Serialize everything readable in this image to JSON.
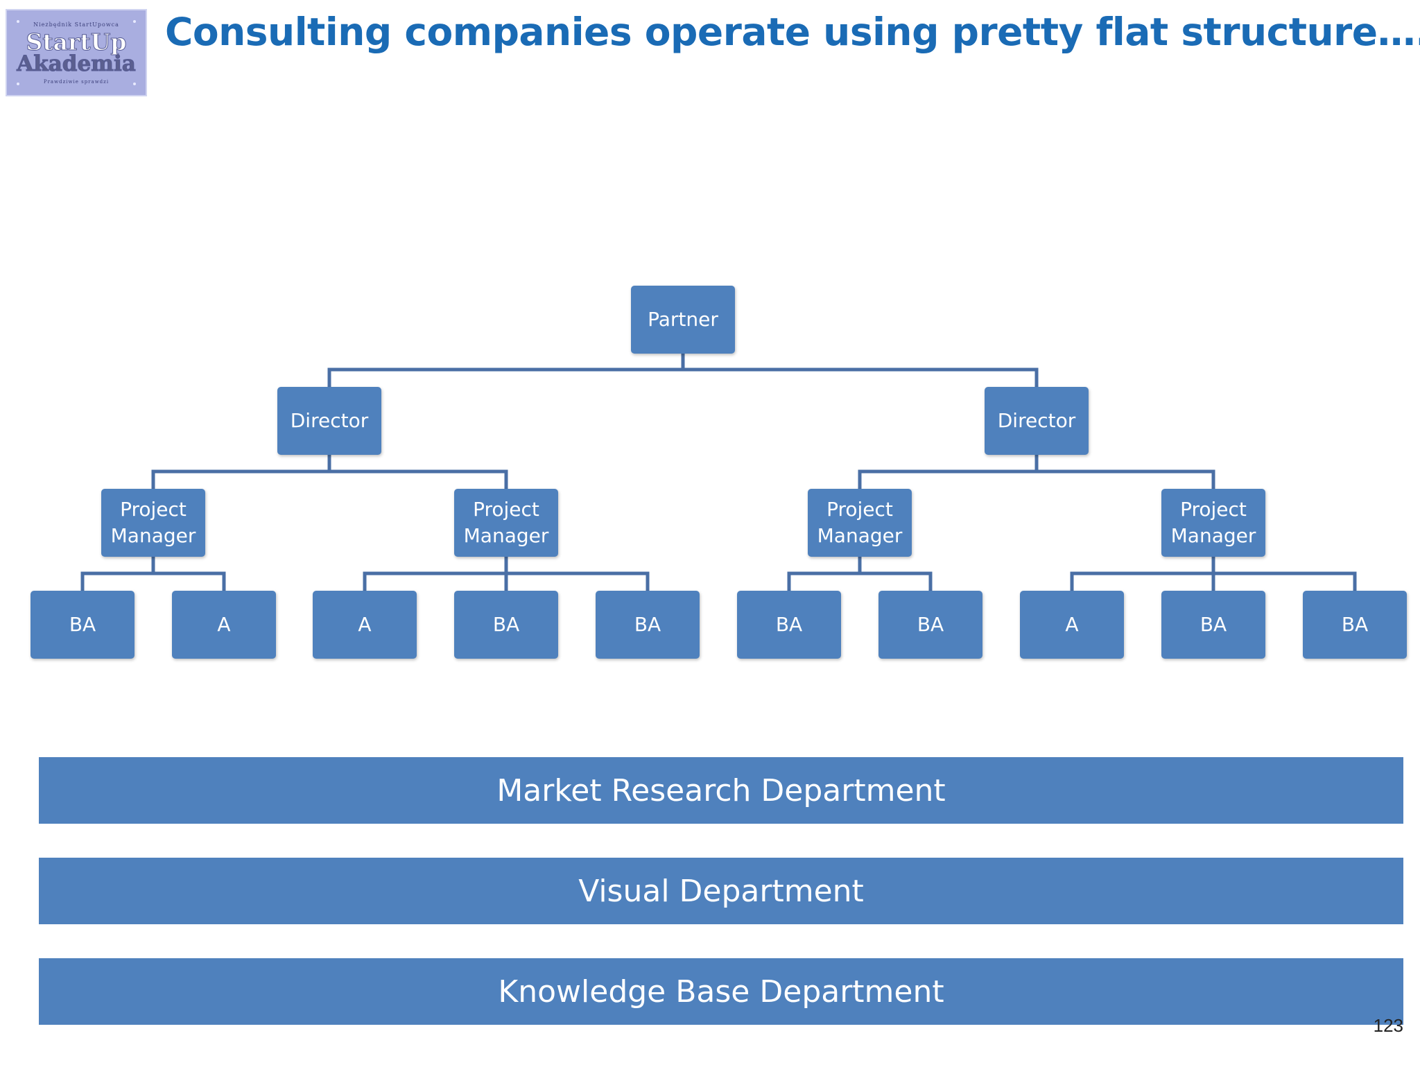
{
  "logo": {
    "tagline": "Niezbędnik StartUpowca",
    "word1": "StartUp",
    "word2": "Akademia",
    "subline": "Prawdziwie sprawdzi"
  },
  "title": "Consulting companies operate using pretty flat structure…..",
  "org_chart": {
    "partner": "Partner",
    "directors": [
      "Director",
      "Director"
    ],
    "project_managers": [
      "Project Manager",
      "Project Manager",
      "Project Manager",
      "Project Manager"
    ],
    "staff": [
      "BA",
      "A",
      "A",
      "BA",
      "BA",
      "BA",
      "BA",
      "A",
      "BA",
      "BA"
    ]
  },
  "departments": [
    "Market Research Department",
    "Visual Department",
    "Knowledge Base Department"
  ],
  "page_number": "123",
  "colors": {
    "box": "#4f81bd",
    "connector": "#4a6fa5",
    "title": "#1a6bb5"
  }
}
